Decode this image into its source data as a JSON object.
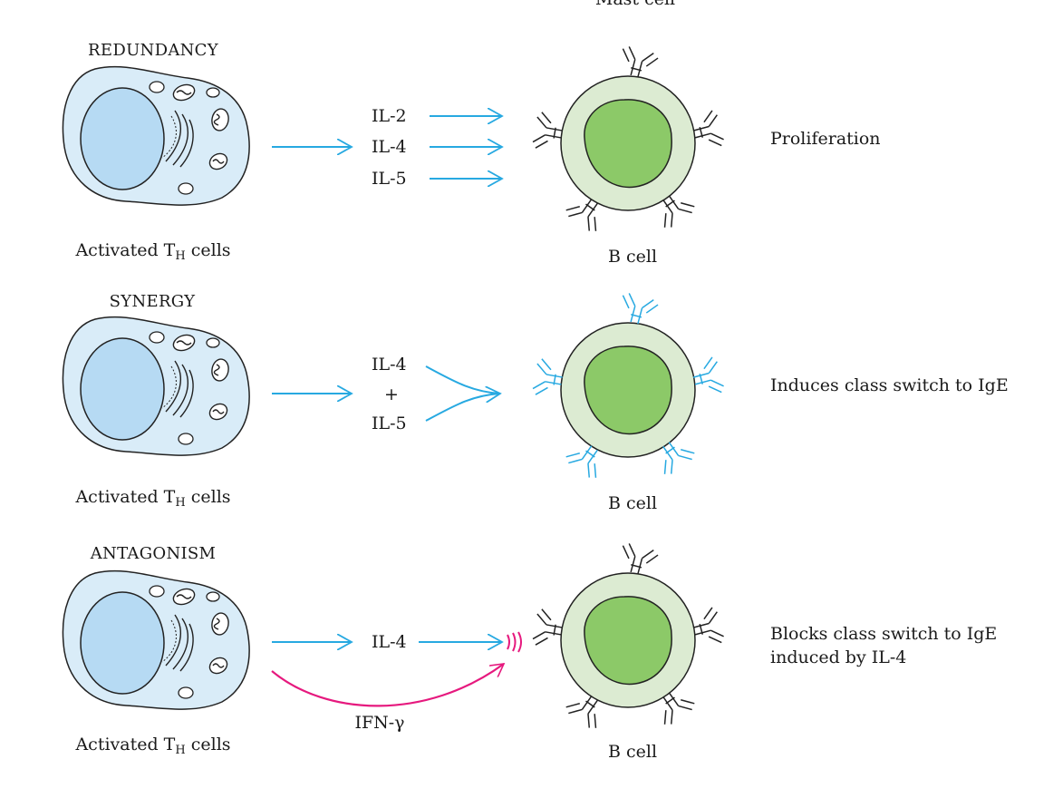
{
  "header_cutoff": "Mast cell",
  "sections": [
    {
      "title": "REDUNDANCY",
      "th_label_pre": "Activated T",
      "th_label_sub": "H",
      "th_label_post": " cells",
      "cytokines": [
        "IL-2",
        "IL-4",
        "IL-5"
      ],
      "target_label": "B cell",
      "result": "Proliferation"
    },
    {
      "title": "SYNERGY",
      "th_label_pre": "Activated T",
      "th_label_sub": "H",
      "th_label_post": " cells",
      "cytokines": [
        "IL-4",
        "+",
        "IL-5"
      ],
      "target_label": "B cell",
      "result": "Induces class switch to IgE"
    },
    {
      "title": "ANTAGONISM",
      "th_label_pre": "Activated T",
      "th_label_sub": "H",
      "th_label_post": " cells",
      "cytokines": [
        "IL-4"
      ],
      "inhibitor": "IFN-γ",
      "target_label": "B cell",
      "result_line1": "Blocks class switch to IgE",
      "result_line2": "induced by IL-4"
    }
  ],
  "colors": {
    "th_cell_fill": "#d9ecf8",
    "th_nucleus_fill": "#b6daf3",
    "b_cell_outer": "#dcebd2",
    "b_cell_nucleus": "#8cc968",
    "arrow_blue": "#27a9e1",
    "arrow_magenta": "#e6197e",
    "ige_receptor": "#27a9e1",
    "default_receptor": "#222222"
  }
}
